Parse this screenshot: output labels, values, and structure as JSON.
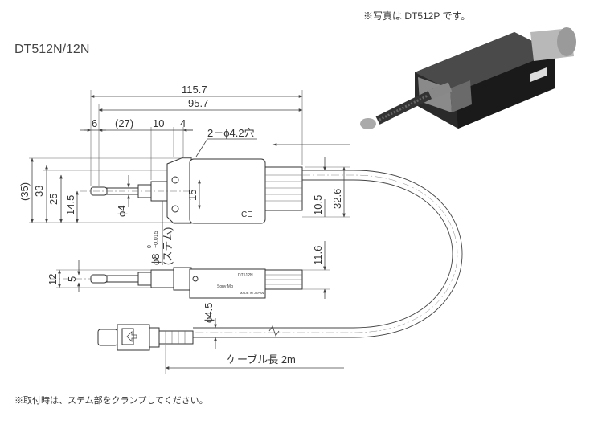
{
  "model_title": "DT512N/12N",
  "photo_note": "※写真は DT512P です。",
  "footnote": "※取付時は、ステム部をクランプしてください。",
  "dimensions": {
    "overall_length": "115.7",
    "body_length": "95.7",
    "d6": "6",
    "d27": "(27)",
    "d10": "10",
    "d4": "4",
    "hole": "2－ϕ4.2穴",
    "h35": "(35)",
    "h33": "33",
    "h25": "25",
    "h14_5": "14.5",
    "phi4": "ϕ4",
    "h15": "15",
    "h32_6": "32.6",
    "h10_5": "10.5",
    "stem_dia": "ϕ8",
    "stem_tol_upper": "0",
    "stem_tol_lower": "−0.015",
    "stem_label": "(ステム)",
    "h11_6": "11.6",
    "h12": "12",
    "h5": "5",
    "cable_dia": "ϕ4.5",
    "cable_length": "ケーブル長 2m"
  },
  "markings": {
    "ce": "CE",
    "side_model": "DT512N",
    "side_brand": "Sony Mg",
    "side_origin": "MADE IN JAPAN"
  }
}
